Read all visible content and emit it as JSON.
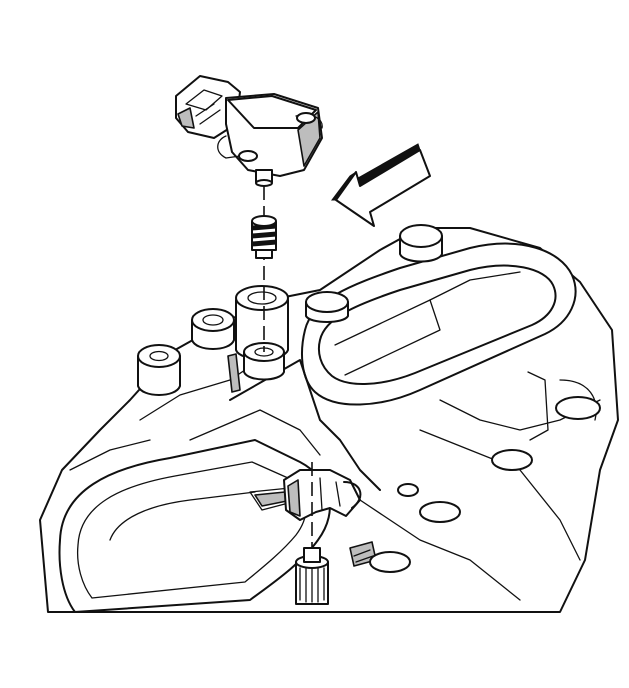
{
  "figure": {
    "parts": [
      {
        "name": "map-sensor",
        "icon": "sensor-icon"
      },
      {
        "name": "sensor-seal",
        "icon": "seal-icon"
      },
      {
        "name": "intake-manifold",
        "icon": "manifold-icon"
      },
      {
        "name": "front-direction-arrow",
        "icon": "arrow-icon"
      }
    ],
    "colors": {
      "line": "#111111",
      "shade": "#bdbdbd",
      "background": "#ffffff"
    }
  }
}
